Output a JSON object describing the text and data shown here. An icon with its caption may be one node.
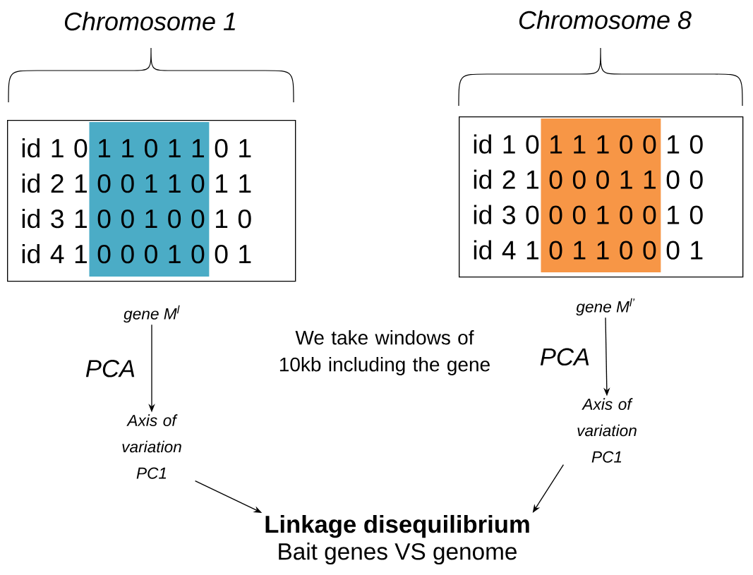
{
  "diagram": {
    "nodes": [
      {
        "text": [
          "id 1 0 1 1 0 1 1 0 1",
          "id 2 1 0 0 1 1 0 1 1",
          "id 3 1 0 0 1 0 0 1 0",
          "id 4 1 0 0 0 1 0 0 1"
        ]
      },
      {
        "text": [
          "id 1 0 1 1 1 0 0 1 0",
          "id 2 1 0 0 0 1 1 0 0",
          "id 3 0 0 0 1 0 0 1 0",
          "id 4 1 0 1 1 0 0 0 1"
        ]
      },
      {
        "text": [
          "gene M$^{l}$"
        ]
      },
      {
        "text": [
          "Axis of variation PC1"
        ]
      },
      {
        "text": [
          "gene M$^{l’}$"
        ]
      },
      {
        "text": [
          "Axis of variation PC1"
        ]
      },
      {
        "text": [
          "Linkage disequilibrium",
          "Bait genes VS genome"
        ]
      }
    ],
    "edges": [
      {
        "from": 2,
        "to": 3,
        "arrow": "to",
        "label": "PCA"
      },
      {
        "from": 4,
        "to": 5,
        "arrow": "to",
        "label": "PCA"
      },
      {
        "from": 3,
        "to": 6,
        "arrow": "to"
      },
      {
        "from": 5,
        "to": 6,
        "arrow": "to"
      }
    ],
    "labels": [
      "Chromosome 1",
      "Chromosome 8",
      "We take windows of 10kb including the gene"
    ]
  }
}
